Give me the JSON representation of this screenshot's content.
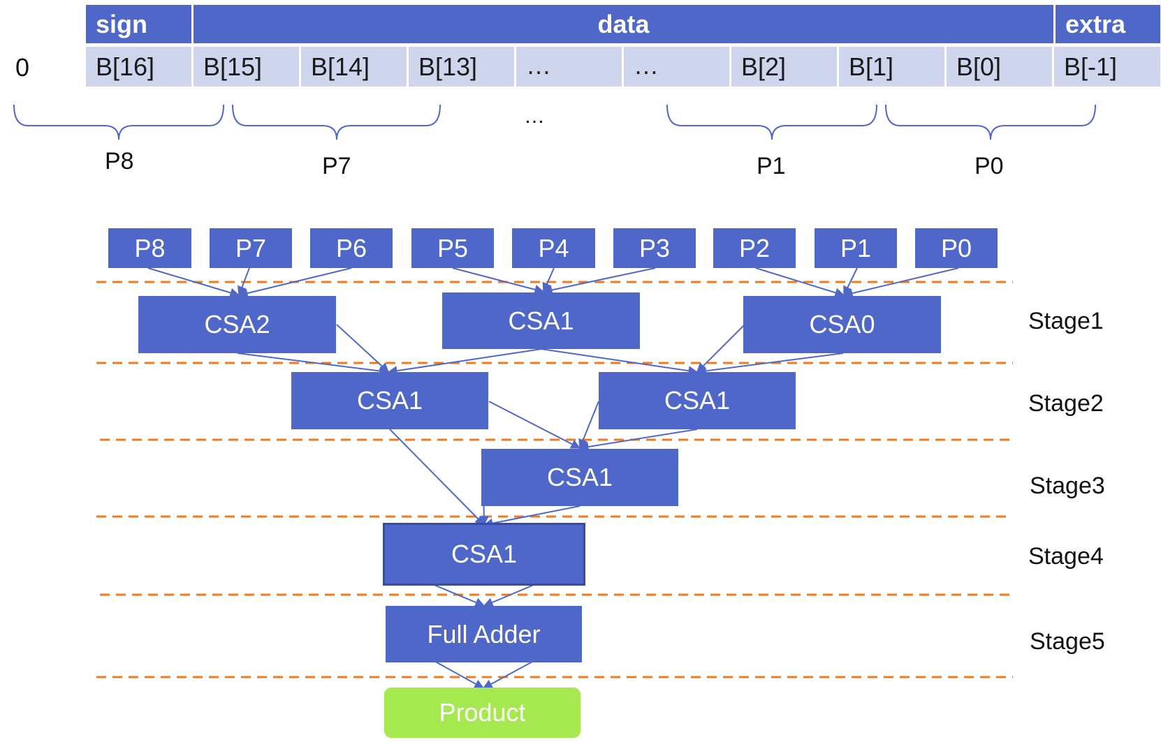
{
  "header": {
    "sign": "sign",
    "data": "data",
    "extra": "extra"
  },
  "leading_zero": "0",
  "cells": [
    "B[16]",
    "B[15]",
    "B[14]",
    "B[13]",
    "…",
    "…",
    "B[2]",
    "B[1]",
    "B[0]",
    "B[-1]"
  ],
  "brace_ellipsis": "…",
  "brace_labels": [
    "P8",
    "P7",
    "P1",
    "P0"
  ],
  "partials": [
    "P8",
    "P7",
    "P6",
    "P5",
    "P4",
    "P3",
    "P2",
    "P1",
    "P0"
  ],
  "nodes": {
    "s1_left": "CSA2",
    "s1_mid": "CSA1",
    "s1_right": "CSA0",
    "s2_left": "CSA1",
    "s2_right": "CSA1",
    "s3": "CSA1",
    "s4": "CSA1",
    "s5": "Full Adder",
    "out": "Product"
  },
  "stages": [
    "Stage1",
    "Stage2",
    "Stage3",
    "Stage4",
    "Stage5"
  ],
  "colors": {
    "block": "#4F67C8",
    "cell": "#CFD5EC",
    "product": "#A6E84F",
    "divider": "#F07A1E",
    "arrow": "#4F67C8"
  }
}
